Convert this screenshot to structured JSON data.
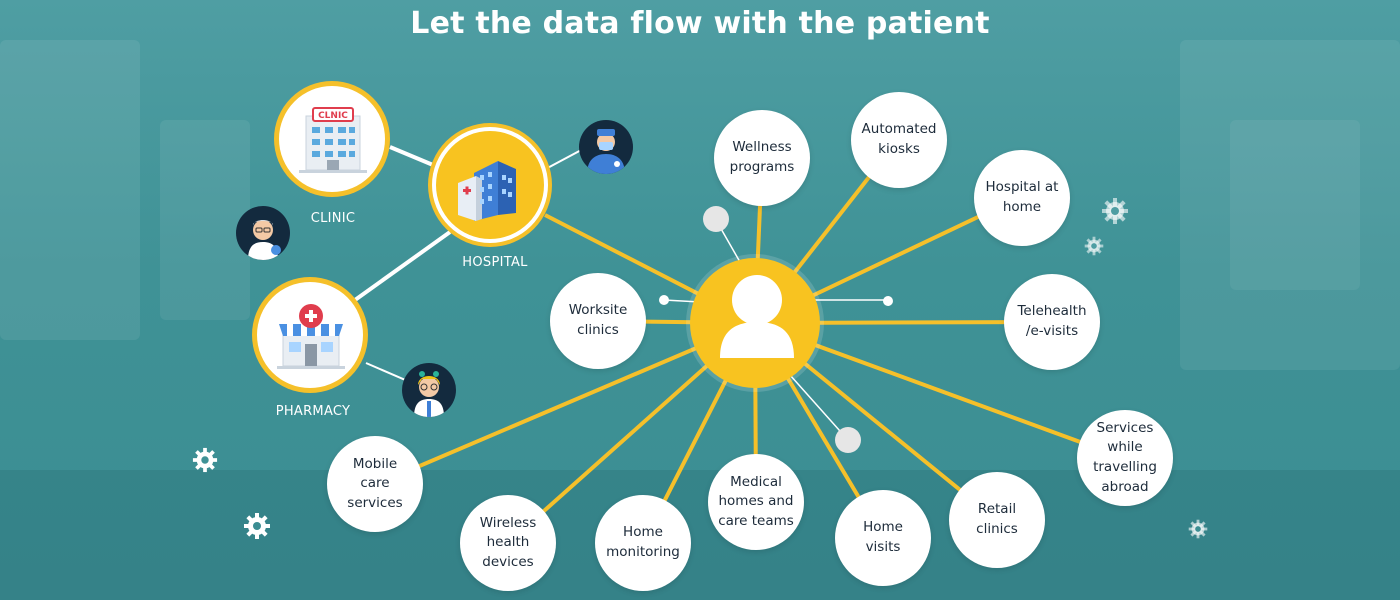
{
  "title": "Let the data flow with the patient",
  "facilities": {
    "clinic": {
      "label": "CLINIC",
      "sign": "CLNIC"
    },
    "hospital": {
      "label": "HOSPITAL"
    },
    "pharmacy": {
      "label": "PHARMACY"
    }
  },
  "services": {
    "wellness": [
      "Wellness",
      "programs"
    ],
    "kiosks": [
      "Automated",
      "kiosks"
    ],
    "hospital_at_home": [
      "Hospital at",
      "home"
    ],
    "telehealth": [
      "Telehealth",
      "/e-visits"
    ],
    "travelling": [
      "Services",
      "while",
      "travelling",
      "abroad"
    ],
    "retail": [
      "Retail",
      "clinics"
    ],
    "home_visits": [
      "Home",
      "visits"
    ],
    "medical_homes": [
      "Medical",
      "homes and",
      "care teams"
    ],
    "home_monitoring": [
      "Home",
      "monitoring"
    ],
    "wireless": [
      "Wireless",
      "health",
      "devices"
    ],
    "mobile_care": [
      "Mobile",
      "care",
      "services"
    ],
    "worksite": [
      "Worksite",
      "clinics"
    ]
  },
  "colors": {
    "accent": "#f5c02a",
    "background": "#3f9296",
    "text_dark": "#1d2b3a"
  }
}
